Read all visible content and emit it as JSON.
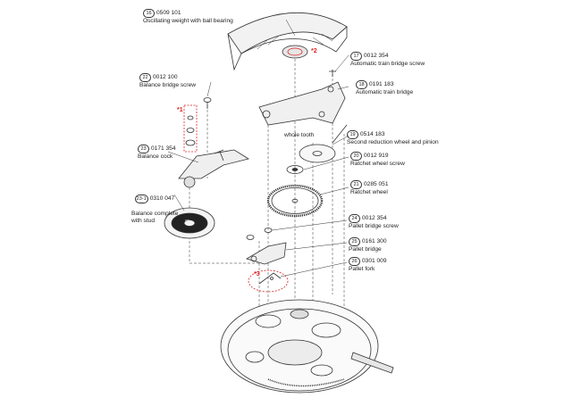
{
  "parts": [
    {
      "num": "16",
      "code": "0509 101",
      "name": "Oscillating weight with ball bearing"
    },
    {
      "num": "17",
      "code": "0012 354",
      "name": "Automatic train bridge screw"
    },
    {
      "num": "18",
      "code": "0191 183",
      "name": "Automatic train bridge"
    },
    {
      "num": "19",
      "code": "0514 183",
      "name": "Second reduction wheel and pinion"
    },
    {
      "num": "20",
      "code": "0012 919",
      "name": "Ratchet wheel screw"
    },
    {
      "num": "21",
      "code": "0285 051",
      "name": "Ratchet wheel"
    },
    {
      "num": "22",
      "code": "0012 100",
      "name": "Balance bridge screw"
    },
    {
      "num": "23",
      "code": "0171 354",
      "name": "Balance cock"
    },
    {
      "num": "23-1",
      "code": "0310 047",
      "name": "Balance complete\nwith stud"
    },
    {
      "num": "24",
      "code": "0012 354",
      "name": "Pallet bridge screw"
    },
    {
      "num": "25",
      "code": "0161 300",
      "name": "Pallet bridge"
    },
    {
      "num": "26",
      "code": "0301 009",
      "name": "Pallet fork"
    }
  ],
  "annotations": {
    "whole_tooth": "whole tooth",
    "star1": "*1",
    "star2": "*2",
    "star3": "*3",
    "balance_mark": "*2"
  },
  "colors": {
    "line": "#333333",
    "marker": "#dd2222"
  }
}
